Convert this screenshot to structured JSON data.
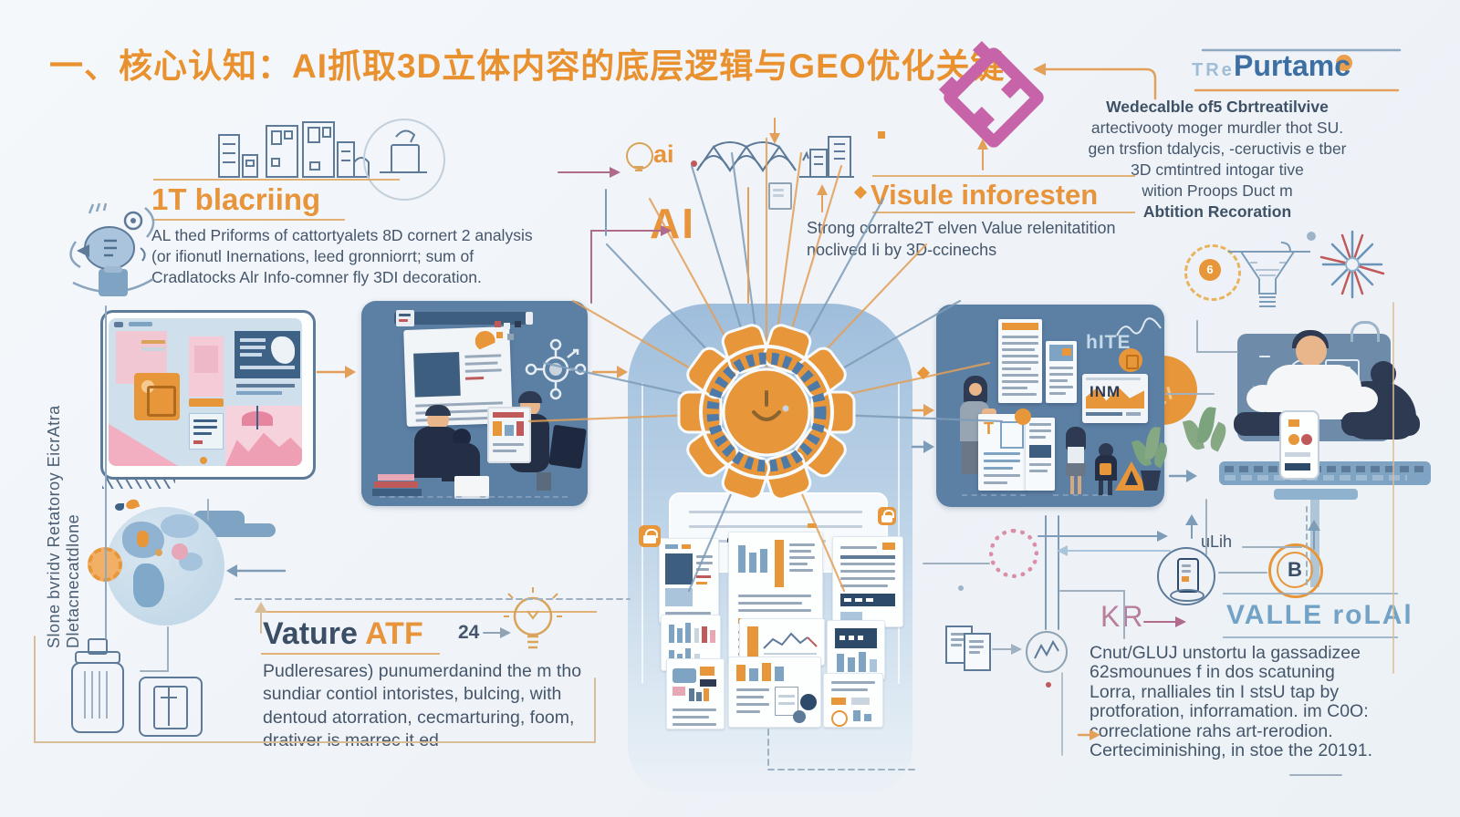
{
  "title": "一、核心认知：AI抓取3D立体内容的底层逻辑与GEO优化关键",
  "blocks": {
    "blacriing": {
      "heading": "1T blacriing",
      "lines": [
        "AL thed Priforms of cattortyalets 8D cornert 2 analysis",
        "(or ifionutl Inernations, leed gronniorrt; sum of",
        "Cradlatocks Alr Info-comner fly 3DI decoration."
      ]
    },
    "purtamc": {
      "prefix": "TRe",
      "title": "Purtamc",
      "lines": [
        "Wedecalble of5 Cbrtreatilvive",
        "artectivooty moger murdler thot SU.",
        "gen trsfion tdalycis, -ceructivis e tber",
        "3D cmtintred intogar tive",
        "wition Proops Duct m",
        "Abtition Recoration"
      ]
    },
    "visule": {
      "heading": "Visule inforesten",
      "lines": [
        "Strong corralte2T elven Value relenitatition",
        "noclived Ii by 3D-ccinechs"
      ]
    },
    "vature": {
      "word1": "Vature",
      "word2": "ATF",
      "badge": "24",
      "lines": [
        "Pudleresares) punumerdanind the m tho",
        "sundiar contiol intoristes, bulcing, with",
        "dentoud atorration, cecmarturing, foom,",
        "drativer is marrec it ed"
      ]
    },
    "valle": {
      "heading": "VALLE roLAl",
      "lines": [
        "Cnut/GLUJ unstortu la gassadizee",
        "62smounues f in dos scatuning",
        "Lorra, rnalliales tin I stsU tap by",
        "protforation, inforramation. im C0O:",
        "correclatione rahs art-rerodion.",
        "Certeciminishing, in stoe the 20191."
      ]
    },
    "vertical_note": {
      "line1": "Slone bvridv Retatoroy EicrAtra",
      "line2": "Dletacnecatdlone"
    }
  },
  "labels": {
    "ai_small": "ai",
    "ai_large": "AI",
    "hite": "hITE",
    "inm": "INM",
    "ulih": "uLih",
    "b_badge": "B",
    "sun_badge": "6",
    "kr": "KR"
  },
  "colors": {
    "accent_orange": "#E8943A",
    "heading_blue": "#3D6FA3",
    "light_blue_heading": "#72A2C6",
    "text_dark": "#45566B",
    "panel_blue": "#5C7FA4",
    "magenta": "#C763A8",
    "background": "#F1F4F8"
  }
}
